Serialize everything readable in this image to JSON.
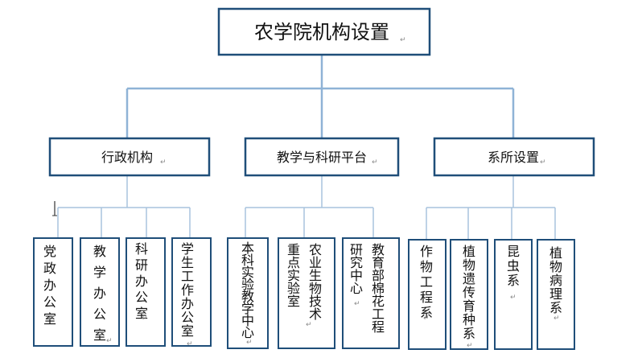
{
  "title": "农学院机构设置",
  "groups": [
    {
      "label": "行政机构",
      "leaves": [
        {
          "columns": [
            "党政办公室"
          ]
        },
        {
          "columns": [
            "教学办公室"
          ]
        },
        {
          "columns": [
            "科研办公室"
          ]
        },
        {
          "columns": [
            "学生工作办公室"
          ]
        }
      ]
    },
    {
      "label": "教学与科研平台",
      "leaves": [
        {
          "columns": [
            "本科实验教学中心"
          ]
        },
        {
          "columns": [
            "重点实验室",
            "农业生物技术"
          ]
        },
        {
          "columns": [
            "研究中心",
            "教育部棉花工程"
          ]
        }
      ]
    },
    {
      "label": "系所设置",
      "leaves": [
        {
          "columns": [
            "作物工程系"
          ]
        },
        {
          "columns": [
            "植物遗传育种系"
          ]
        },
        {
          "columns": [
            "昆虫系"
          ]
        },
        {
          "columns": [
            "植物病理系"
          ]
        }
      ]
    }
  ],
  "colors": {
    "box_border": "#1f4e79",
    "connector": "#8fb3d6"
  },
  "paragraph_mark": "↵"
}
